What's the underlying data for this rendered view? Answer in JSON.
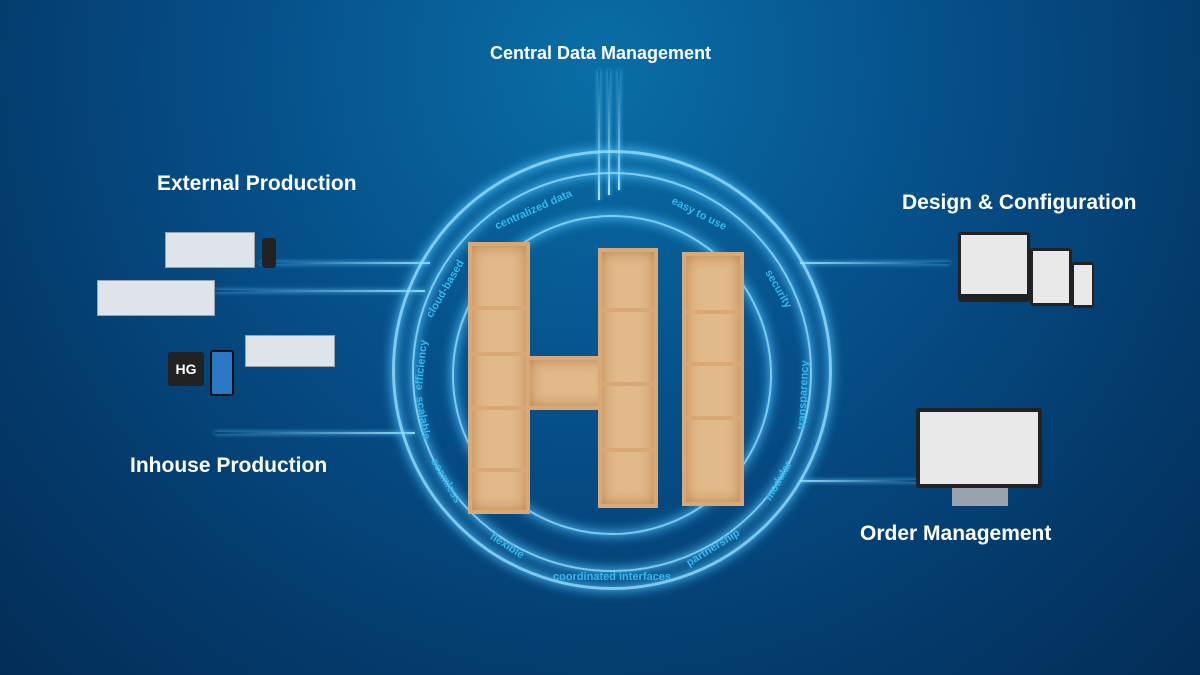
{
  "nodes": {
    "top": "Central Data Management",
    "left_top": "External Production",
    "left_bottom": "Inhouse Production",
    "right_top": "Design & Configuration",
    "right_bottom": "Order Management"
  },
  "ring_words": [
    "centralized data",
    "easy to use",
    "security",
    "transparency",
    "modular",
    "partnership",
    "coordinated interfaces",
    "flexible",
    "seamless",
    "scalable",
    "efficiency",
    "cloud-based"
  ],
  "logo_text": "HG",
  "colors": {
    "accent": "#35b8ee",
    "background": "#06508a"
  }
}
